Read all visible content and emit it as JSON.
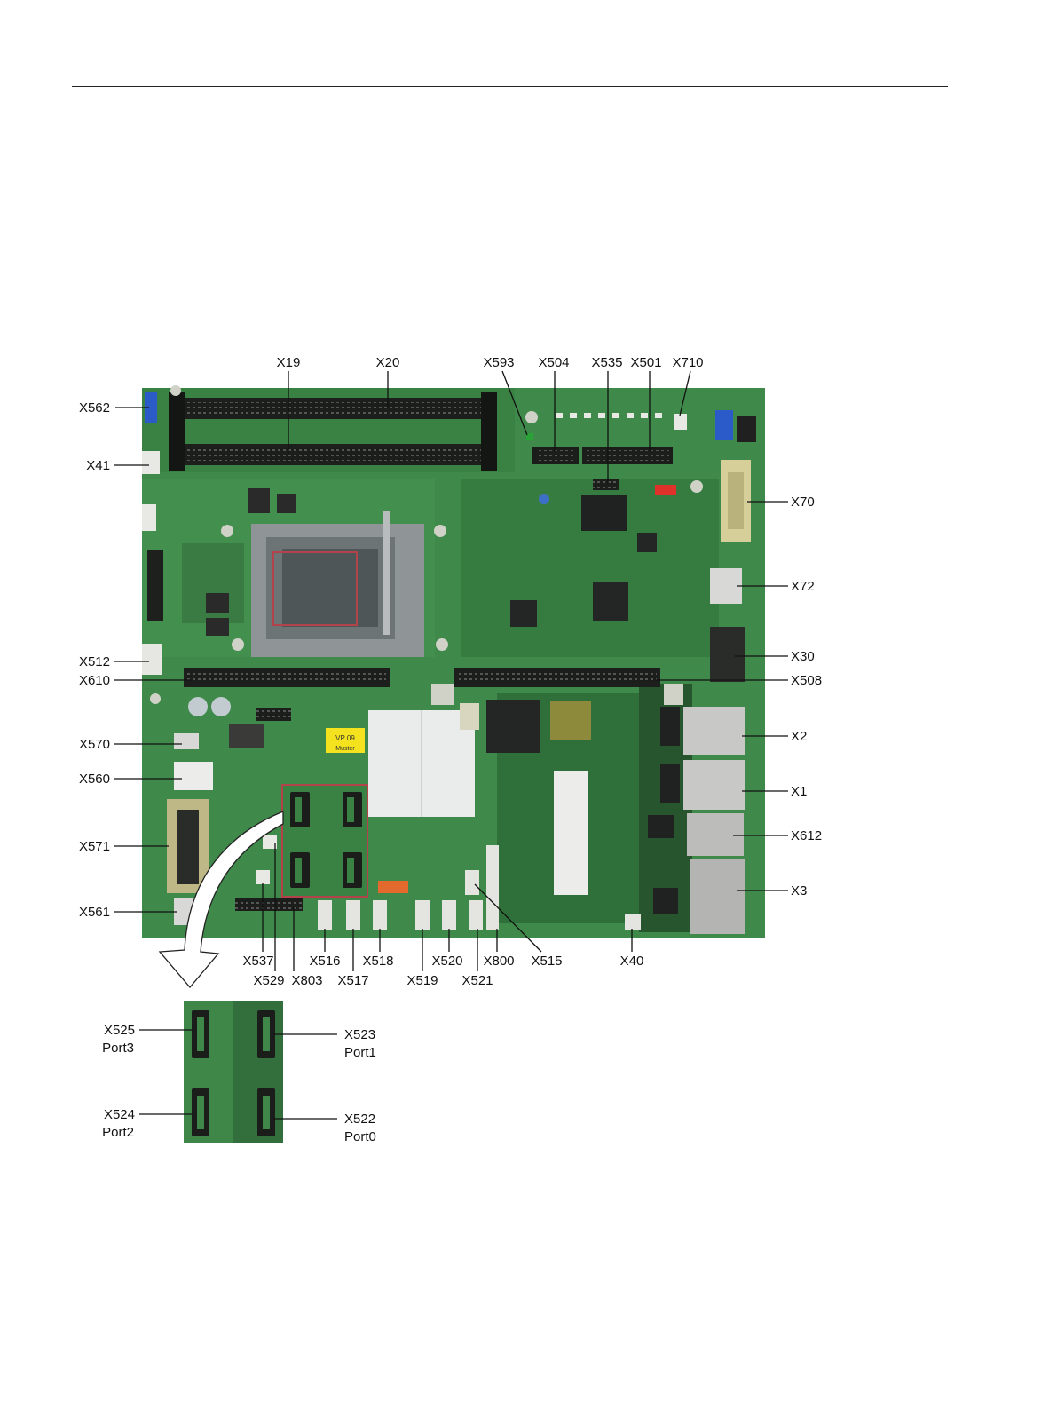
{
  "diagram": {
    "labels": {
      "x19": "X19",
      "x20": "X20",
      "x593": "X593",
      "x504": "X504",
      "x535": "X535",
      "x501": "X501",
      "x710": "X710",
      "x562": "X562",
      "x41": "X41",
      "x512": "X512",
      "x610": "X610",
      "x570": "X570",
      "x560": "X560",
      "x571": "X571",
      "x561": "X561",
      "x70": "X70",
      "x72": "X72",
      "x30": "X30",
      "x508": "X508",
      "x2": "X2",
      "x1": "X1",
      "x612": "X612",
      "x3": "X3",
      "x537": "X537",
      "x529": "X529",
      "x516": "X516",
      "x803": "X803",
      "x517": "X517",
      "x518": "X518",
      "x519": "X519",
      "x520": "X520",
      "x521": "X521",
      "x800": "X800",
      "x515": "X515",
      "x40": "X40"
    },
    "detail": {
      "x525": "X525",
      "port3": "Port3",
      "x523": "X523",
      "port1": "Port1",
      "x524": "X524",
      "port2": "Port2",
      "x522": "X522",
      "port0": "Port0"
    },
    "board_marks": {
      "sticker_top": "VP 09",
      "sticker_bottom": "Muster"
    },
    "colors": {
      "pcb": "#3f8a4a",
      "pcb_dark": "#2f6f3a",
      "slot": "#1d1f1d",
      "highlight_box": "#b2434b",
      "sticker": "#f3e21d"
    }
  }
}
